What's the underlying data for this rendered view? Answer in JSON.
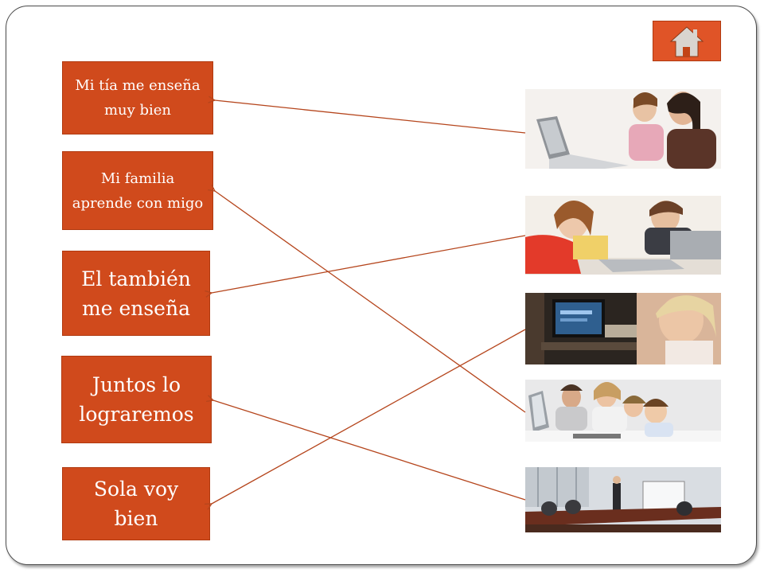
{
  "labels": [
    {
      "id": "box1",
      "text": "Mi tía me enseña muy bien"
    },
    {
      "id": "box2",
      "text": "Mi familia aprende con migo"
    },
    {
      "id": "box3",
      "text": "El también me enseña"
    },
    {
      "id": "box4",
      "text": "Juntos lo lograremos"
    },
    {
      "id": "box5",
      "text": "Sola voy bien"
    }
  ],
  "home_button": {
    "icon": "home-icon"
  },
  "photos": [
    {
      "icon": "woman-and-girl-at-laptop-photo"
    },
    {
      "icon": "two-children-at-laptop-photo"
    },
    {
      "icon": "girl-at-computer-monitor-photo"
    },
    {
      "icon": "family-at-computer-photo"
    },
    {
      "icon": "business-meeting-whiteboard-photo"
    }
  ],
  "colors": {
    "box_fill": "#d04a1c",
    "box_text": "#ffffff",
    "arrow": "#b5451c",
    "home_fill": "#e05427",
    "slide_border": "#4a4a4a"
  }
}
